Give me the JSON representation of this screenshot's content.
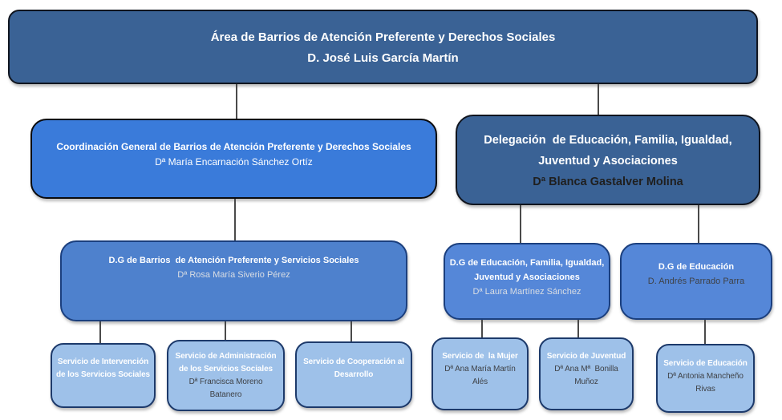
{
  "colors": {
    "dark_blue": "#3a6295",
    "bright_blue": "#3a7bda",
    "medium_blue": "#5587d8",
    "light_blue": "#9ec1e9",
    "connector": "#4a4a4a"
  },
  "org": {
    "root": {
      "title": "Área de Barrios de Atención Preferente y Derechos Sociales",
      "name": "D. José Luis García Martín"
    },
    "coordinacion": {
      "title": "Coordinación General de Barrios de Atención Preferente y Derechos Sociales",
      "name": "Dª María Encarnación Sánchez Ortíz"
    },
    "delegacion": {
      "title1": "Delegación  de Educación, Familia, Igualdad,",
      "title2": "Juventud y Asociaciones",
      "name": "Dª Blanca Gastalver Molina"
    },
    "dg_barrios": {
      "title": "D.G de Barrios  de Atención Preferente y Servicios Sociales",
      "name": "Dª Rosa María Siverio Pérez"
    },
    "dg_educacion_familia": {
      "title1": "D.G de Educación, Familia, Igualdad,",
      "title2": "Juventud y Asociaciones",
      "name": "Dª Laura Martínez Sánchez"
    },
    "dg_educacion": {
      "title": "D.G de Educación",
      "name": "D. Andrés Parrado Parra"
    },
    "serv_intervencion": {
      "title1": "Servicio de Intervención",
      "title2": "de los Servicios Sociales"
    },
    "serv_administracion": {
      "title1": "Servicio de Administración",
      "title2": "de los Servicios Sociales",
      "name1": "Dª Francisca Moreno",
      "name2": "Batanero"
    },
    "serv_cooperacion": {
      "title1": "Servicio de Cooperación al",
      "title2": "Desarrollo"
    },
    "serv_mujer": {
      "title": "Servicio de  la Mujer",
      "name1": "Dª Ana María Martín",
      "name2": "Alés"
    },
    "serv_juventud": {
      "title": "Servicio de Juventud",
      "name1": "Dª Ana Mª  Bonilla",
      "name2": "Muñoz"
    },
    "serv_educacion": {
      "title": "Servicio de Educación",
      "name1": "Dª Antonia Mancheño",
      "name2": "Rivas"
    }
  }
}
